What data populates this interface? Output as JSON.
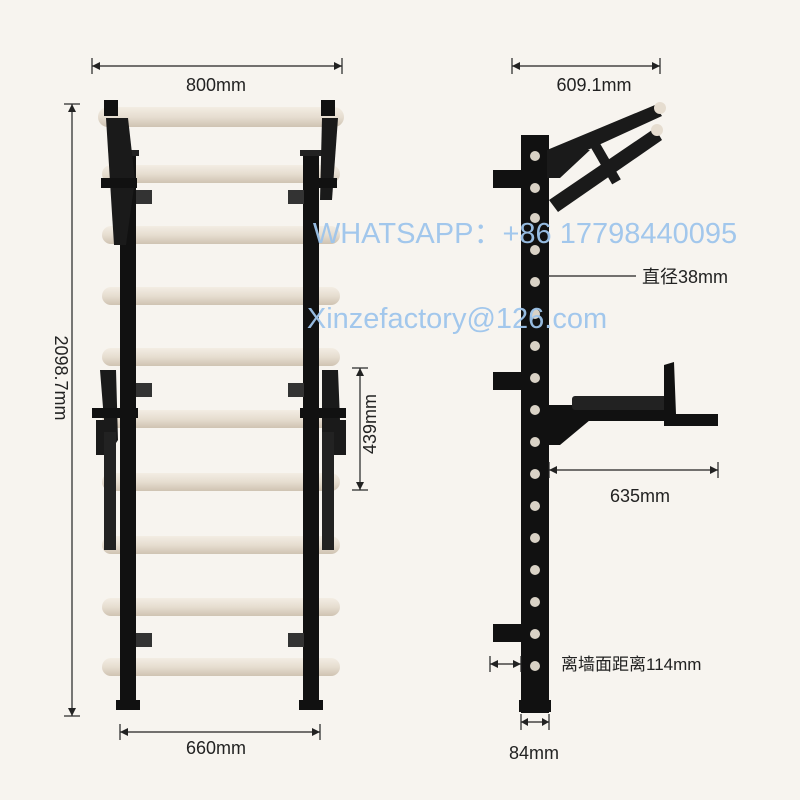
{
  "dimensions": {
    "top_width": "800mm",
    "height": "2098.7mm",
    "bottom_width": "660mm",
    "bar_span": "439mm",
    "side_width": "609.1mm",
    "diameter": "直径38mm",
    "seat_depth": "635mm",
    "wall_gap": "离墙面距离114mm",
    "post_depth": "84mm"
  },
  "watermark": {
    "whatsapp": "WHATSAPP：+86 17798440095",
    "email": "Xinzefactory@126.com"
  },
  "colors": {
    "background": "#f7f4ef",
    "frame": "#111111",
    "rung": "#e6ddd0",
    "watermark": "#9ec5ec"
  }
}
